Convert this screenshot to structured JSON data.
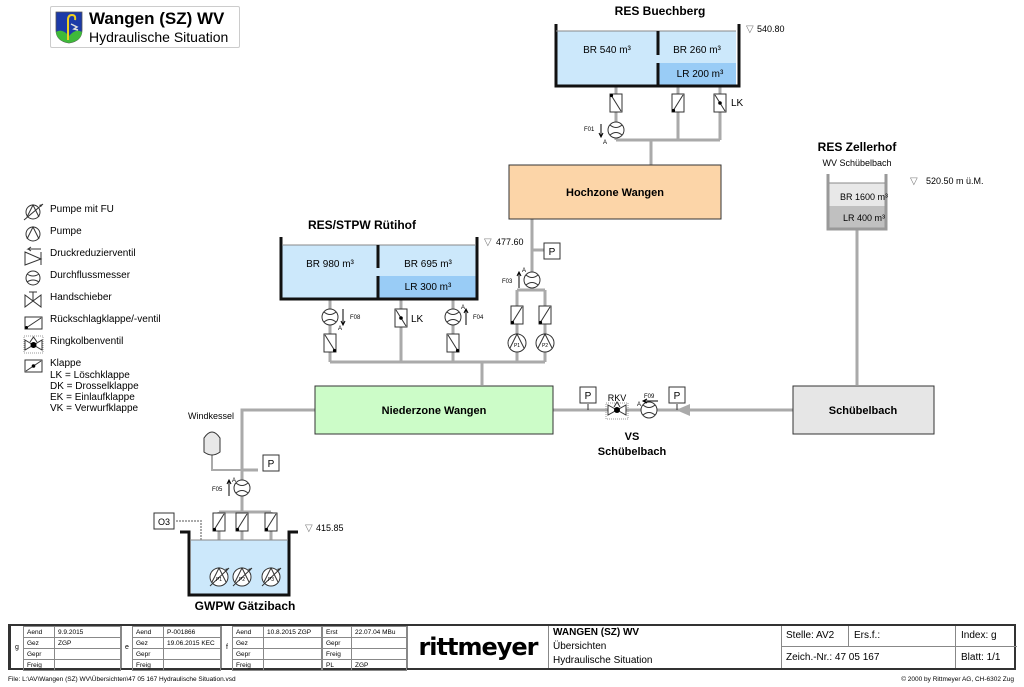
{
  "header": {
    "title": "Wangen (SZ) WV",
    "subtitle": "Hydraulische Situation",
    "logo_icon": "coat-of-arms-icon"
  },
  "legend": {
    "items": [
      {
        "icon": "pump-vfd-icon",
        "label": "Pumpe mit FU"
      },
      {
        "icon": "pump-icon",
        "label": "Pumpe"
      },
      {
        "icon": "pressure-reducing-valve-icon",
        "label": "Druckreduzierventil"
      },
      {
        "icon": "flow-meter-icon",
        "label": "Durchflussmesser"
      },
      {
        "icon": "gate-valve-icon",
        "label": "Handschieber"
      },
      {
        "icon": "check-valve-icon",
        "label": "Rückschlagklappe/-ventil"
      },
      {
        "icon": "ring-piston-valve-icon",
        "label": "Ringkolbenventil"
      },
      {
        "icon": "flap-valve-icon",
        "label": "Klappe"
      }
    ],
    "flap_types": [
      "LK = Löschklappe",
      "DK = Drosselklappe",
      "EK = Einlaufklappe",
      "VK = Verwurfklappe"
    ]
  },
  "reservoirs": {
    "buechberg": {
      "title": "RES Buechberg",
      "level": "540.80",
      "chamber_left": "BR 540 m³",
      "chamber_right_top": "BR 260 m³",
      "chamber_right_bottom": "LR 200 m³",
      "flow_meter": "F01",
      "flow_dir": "A",
      "flap_label": "LK",
      "fill_colors": {
        "br": "#cce8fb",
        "lr": "#99ccf6"
      }
    },
    "zellerhof": {
      "title": "RES Zellerhof",
      "subtitle": "WV Schübelbach",
      "level": "520.50 m ü.M.",
      "chamber_top": "BR 1600 m³",
      "chamber_bottom": "LR 400 m³",
      "fill_colors": {
        "br": "#e8e8e8",
        "lr": "#c0c0c0"
      }
    },
    "ruetihof": {
      "title": "RES/STPW Rütihof",
      "level": "477.60",
      "chamber_left": "BR 980 m³",
      "chamber_right_top": "BR 695 m³",
      "chamber_right_bottom": "LR 300 m³",
      "flow_meters": [
        "F08",
        "F04",
        "F03"
      ],
      "flow_dir": "A",
      "flap_label": "LK",
      "pumps": [
        "P1",
        "P2"
      ],
      "pressure_label": "P"
    },
    "gaetzibach": {
      "title": "GWPW Gätzibach",
      "level": "415.85",
      "flow_meter": "F05",
      "flow_dir": "A",
      "pumps": [
        "P1",
        "P2",
        "P3"
      ],
      "ozone_label": "O3",
      "windkessel_label": "Windkessel",
      "pressure_label": "P"
    }
  },
  "zones": {
    "hochzone": {
      "label": "Hochzone Wangen",
      "color": "#fcd5a8"
    },
    "niederzone": {
      "label": "Niederzone Wangen",
      "color": "#ccfcc8"
    },
    "schuebelbach": {
      "label": "Schübelbach",
      "color": "#e6e6e6"
    }
  },
  "valve_station": {
    "title_line1": "VS",
    "title_line2": "Schübelbach",
    "rkv_label": "RKV",
    "flow_meter": "F09",
    "flow_dir": "A",
    "pressure_label": "P"
  },
  "title_block": {
    "revisions": [
      {
        "index": "g",
        "rows": [
          [
            "Aend",
            "9.9.2015"
          ],
          [
            "Gez",
            "ZGP"
          ],
          [
            "Gepr",
            ""
          ],
          [
            "Freig",
            ""
          ]
        ]
      },
      {
        "index": "e",
        "rows": [
          [
            "Aend",
            "P-001866"
          ],
          [
            "Gez",
            "19.06.2015 KEC"
          ],
          [
            "Gepr",
            ""
          ],
          [
            "Freig",
            ""
          ]
        ]
      },
      {
        "index": "f",
        "rows": [
          [
            "Aend",
            "10.8.2015 ZGP"
          ],
          [
            "Gez",
            ""
          ],
          [
            "Gepr",
            ""
          ],
          [
            "Freig",
            ""
          ]
        ]
      }
    ],
    "signatures": [
      [
        "Erst",
        "22.07.04 MBu"
      ],
      [
        "Gepr",
        ""
      ],
      [
        "Freig",
        ""
      ],
      [
        "PL",
        "ZGP"
      ]
    ],
    "company_logo": "rittmeyer",
    "project": "WANGEN (SZ) WV",
    "section": "Übersichten",
    "drawing_title": "Hydraulische Situation",
    "stelle": "Stelle:  AV2",
    "ersf": "Ers.f.:",
    "index": "Index: g",
    "zeich_nr": "Zeich.-Nr.:  47 05 167",
    "blatt": "Blatt: 1/1"
  },
  "footer": {
    "file_path": "File: L:\\AV\\Wangen (SZ) WV\\Übersichten\\47 05 167 Hydraulische Situation.vsd",
    "copyright": "© 2000 by Rittmeyer AG, CH-6302 Zug"
  }
}
